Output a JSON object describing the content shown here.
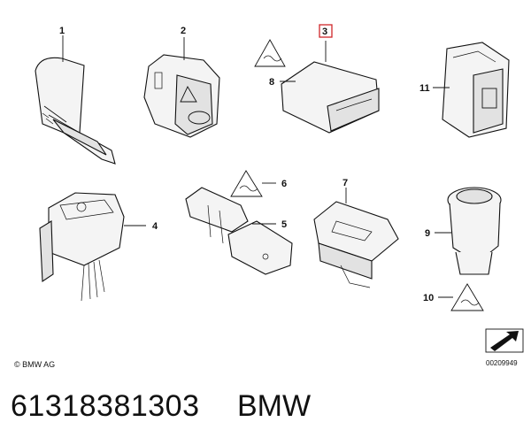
{
  "diagram": {
    "callouts": [
      {
        "id": "c1",
        "label": "1"
      },
      {
        "id": "c2",
        "label": "2"
      },
      {
        "id": "c3",
        "label": "3",
        "highlighted": true
      },
      {
        "id": "c4",
        "label": "4"
      },
      {
        "id": "c5",
        "label": "5"
      },
      {
        "id": "c6",
        "label": "6"
      },
      {
        "id": "c7",
        "label": "7"
      },
      {
        "id": "c8",
        "label": "8"
      },
      {
        "id": "c9",
        "label": "9"
      },
      {
        "id": "c10",
        "label": "10"
      },
      {
        "id": "c11",
        "label": "11"
      }
    ],
    "highlight_color": "#d0262a",
    "icons": [
      "warning-triangle-icon",
      "next-page-arrow-icon"
    ]
  },
  "footer": {
    "copyright": "© BMW AG",
    "diagram_number": "00209949"
  },
  "caption": {
    "part_number": "61318381303",
    "brand": "BMW"
  }
}
